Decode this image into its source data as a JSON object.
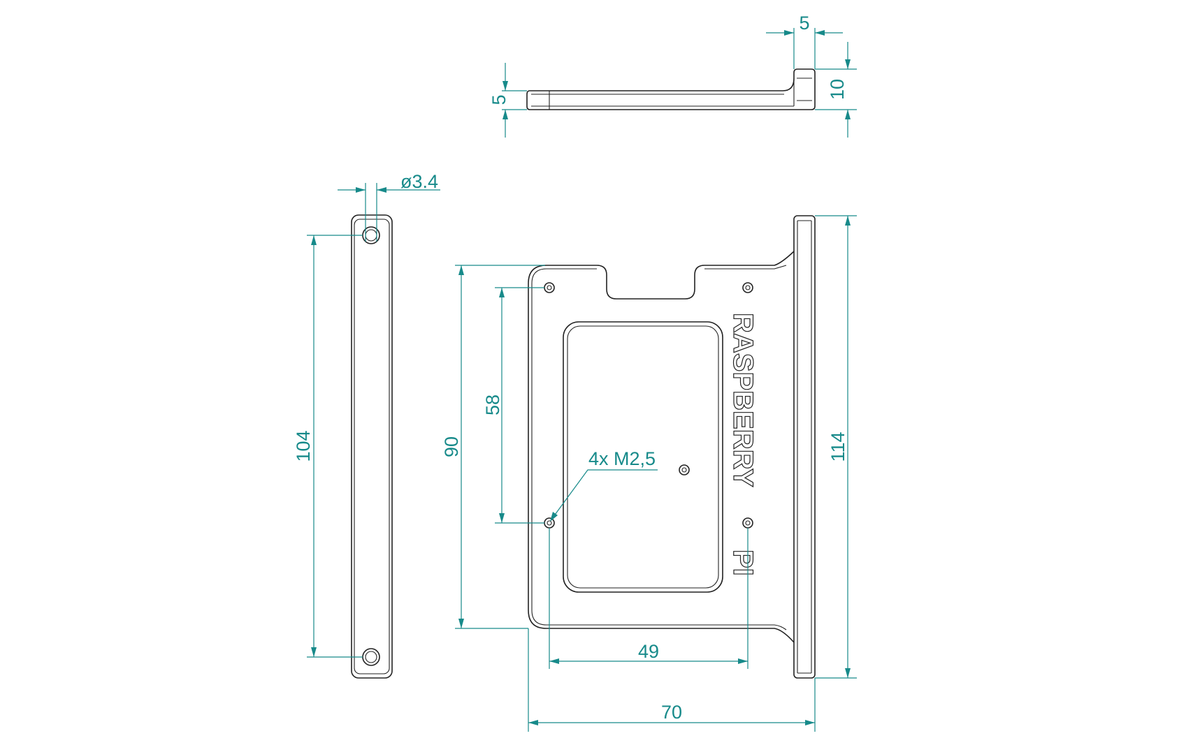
{
  "drawing": {
    "colors": {
      "outline": "#222222",
      "dimension": "#178a8a",
      "background": "#ffffff"
    },
    "top_view": {
      "dim_plate_thickness": "5",
      "dim_flange_width": "5",
      "dim_flange_height": "10"
    },
    "side_view": {
      "dim_hole_diameter": "ø3.4",
      "dim_hole_spacing": "104"
    },
    "front_view": {
      "dim_plate_height": "90",
      "dim_hole_vertical_spacing": "58",
      "dim_hole_horizontal_spacing": "49",
      "dim_total_width": "70",
      "dim_total_height": "114",
      "hole_callout": "4x M2,5",
      "engraving_line1": "RASPBERRY",
      "engraving_line2": "PI"
    }
  }
}
